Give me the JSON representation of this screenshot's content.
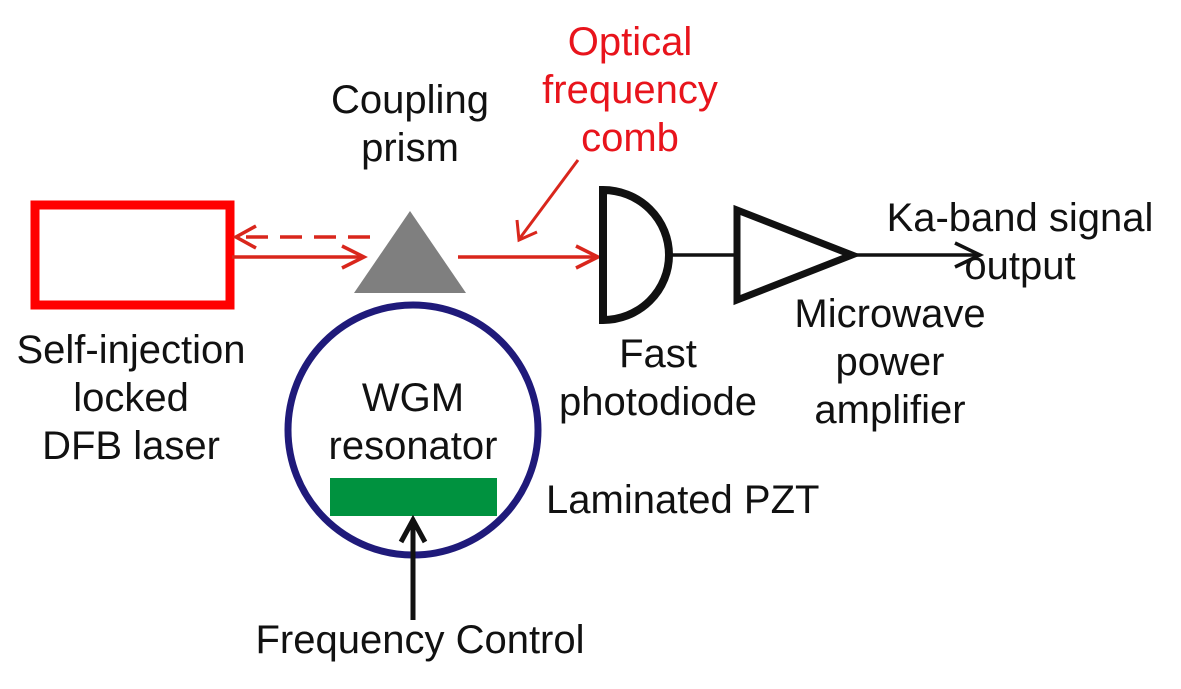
{
  "colors": {
    "laser": "#ff0000",
    "optical_beam": "#d9261c",
    "prism_fill": "#7f7f7f",
    "resonator_ring": "#1f1a7a",
    "pzt_fill": "#00923f",
    "signal": "#111111",
    "comb_label": "#e8141c"
  },
  "icons": {
    "laser": "rectangle-outline",
    "prism": "triangle",
    "resonator": "circle-ring",
    "pzt": "green-bar",
    "photodiode": "d-shape",
    "amplifier": "triangle-outline"
  },
  "labels": {
    "laser": [
      "Self-injection",
      "locked",
      "DFB laser"
    ],
    "prism": [
      "Coupling",
      "prism"
    ],
    "comb": [
      "Optical",
      "frequency",
      "comb"
    ],
    "resonator": [
      "WGM",
      "resonator"
    ],
    "pzt": "Laminated PZT",
    "control": "Frequency Control",
    "photodiode": [
      "Fast",
      "photodiode"
    ],
    "amplifier": [
      "Microwave",
      "power",
      "amplifier"
    ],
    "output": [
      "Ka-band signal",
      "output"
    ]
  }
}
